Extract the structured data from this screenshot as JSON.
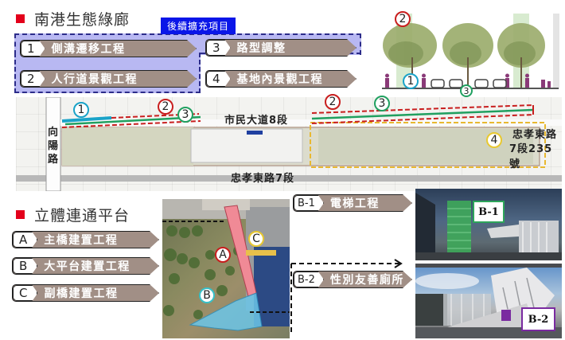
{
  "section1": {
    "title": "南港生態綠廊",
    "expansion_label": "後續擴充項目",
    "items": [
      {
        "key": "1",
        "label": "側溝遷移工程"
      },
      {
        "key": "2",
        "label": "人行道景觀工程"
      },
      {
        "key": "3",
        "label": "路型調整"
      },
      {
        "key": "4",
        "label": "基地內景觀工程"
      }
    ]
  },
  "cross_section": {
    "markers": [
      "2",
      "1",
      "3"
    ]
  },
  "map": {
    "markers": [
      "1",
      "2",
      "3",
      "2",
      "3",
      "4"
    ],
    "roads": {
      "west": "向陽路",
      "north": "市民大道8段",
      "south": "忠孝東路7段",
      "address_line1": "忠孝東路",
      "address_line2": "7段235號"
    }
  },
  "section2": {
    "title": "立體連通平台",
    "items": [
      {
        "key": "A",
        "label": "主橋建置工程"
      },
      {
        "key": "B",
        "label": "大平台建置工程"
      },
      {
        "key": "C",
        "label": "副橋建置工程"
      }
    ],
    "aerial_markers": [
      "A",
      "B",
      "C"
    ],
    "sub_items": [
      {
        "key": "B-1",
        "label": "電梯工程"
      },
      {
        "key": "B-2",
        "label": "性別友善廁所"
      }
    ],
    "photos": [
      {
        "label": "B-1",
        "border_color": "#2da55a"
      },
      {
        "label": "B-2",
        "border_color": "#7a2aa0"
      }
    ]
  },
  "colors": {
    "bullet": "#e3001b",
    "tag_fill": "#a18f86",
    "expansion_fill": "#b8b8f2",
    "expansion_label_bg": "#0a16e8",
    "line_blue": "#1aa3c8",
    "line_red": "#c81e1e",
    "line_green": "#20a060",
    "line_yellow": "#e8c830"
  }
}
